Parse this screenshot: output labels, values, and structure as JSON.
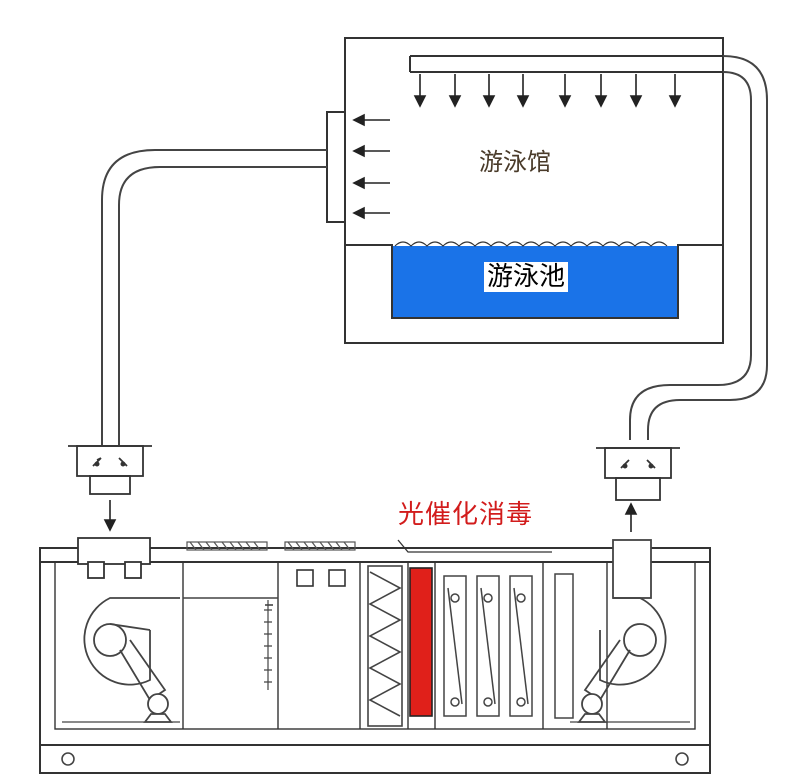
{
  "labels": {
    "hall": "游泳馆",
    "pool": "游泳池",
    "photocatalytic": "光催化消毒"
  },
  "colors": {
    "line": "#333333",
    "pool_water": "#1a73e8",
    "disinfection_module": "#e0201a",
    "label_red": "#d21c1c"
  }
}
